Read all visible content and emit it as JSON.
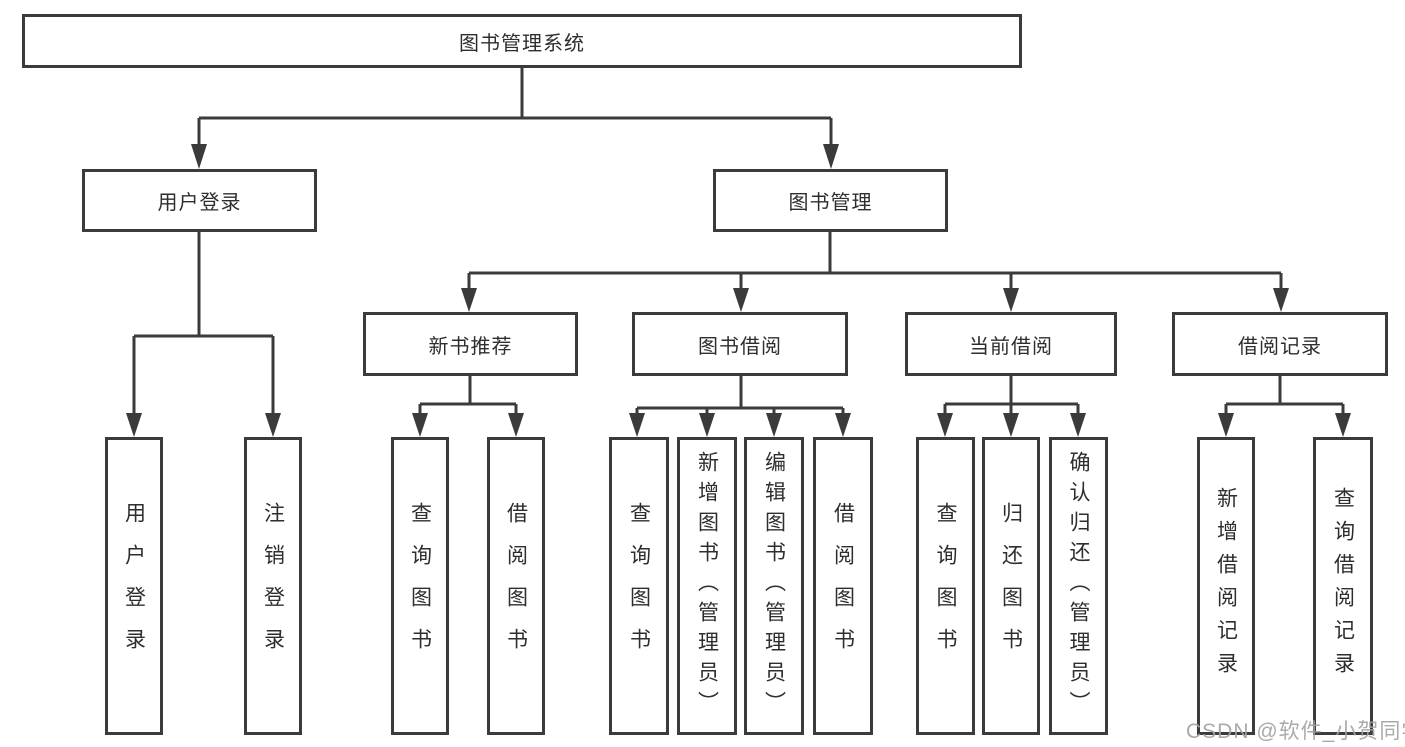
{
  "diagram": {
    "type": "hierarchy-tree",
    "title": "图书管理系统",
    "colors": {
      "background": "#ffffff",
      "line": "#3b3b3b",
      "box_border": "#3b3b3b",
      "text": "#2e2e2e",
      "watermark_text": "#a3a3a3"
    }
  },
  "tree": {
    "root": {
      "label": "图书管理系统"
    },
    "branches": [
      {
        "label": "用户登录",
        "children": [
          {
            "label": "用户登录"
          },
          {
            "label": "注销登录"
          }
        ]
      },
      {
        "label": "图书管理",
        "children": [
          {
            "label": "新书推荐",
            "children": [
              {
                "label": "查询图书"
              },
              {
                "label": "借阅图书"
              }
            ]
          },
          {
            "label": "图书借阅",
            "children": [
              {
                "label": "查询图书"
              },
              {
                "label": "新增图书（管理员）"
              },
              {
                "label": "编辑图书（管理员）"
              },
              {
                "label": "借阅图书"
              }
            ]
          },
          {
            "label": "当前借阅",
            "children": [
              {
                "label": "查询图书"
              },
              {
                "label": "归还图书"
              },
              {
                "label": "确认归还（管理员）"
              }
            ]
          },
          {
            "label": "借阅记录",
            "children": [
              {
                "label": "新增借阅记录"
              },
              {
                "label": "查询借阅记录"
              }
            ]
          }
        ]
      }
    ]
  },
  "watermark": "CSDN @软件_小贺同学"
}
